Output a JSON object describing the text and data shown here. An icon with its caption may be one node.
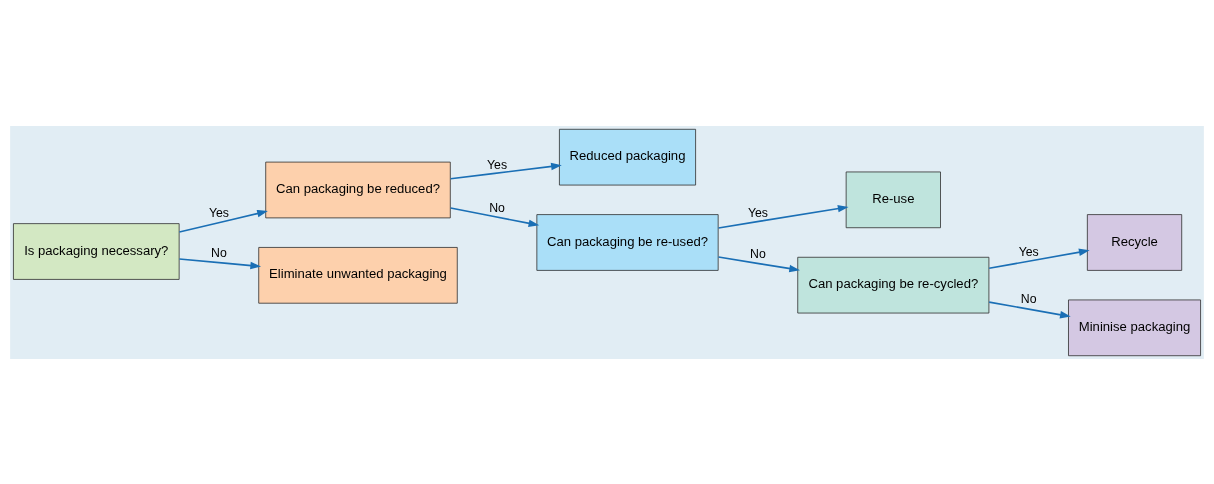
{
  "diagram": {
    "nodes": [
      {
        "text": [
          "Is packaging necessary?"
        ]
      },
      {
        "text": [
          "Can packaging be reduced?"
        ]
      },
      {
        "text": [
          "Eliminate unwanted packaging"
        ]
      },
      {
        "text": [
          "Reduced packaging"
        ]
      },
      {
        "text": [
          "Can packaging be re-used?"
        ]
      },
      {
        "text": [
          "Re-use"
        ]
      },
      {
        "text": [
          "Can packaging be re-cycled?"
        ]
      },
      {
        "text": [
          "Recycle"
        ]
      },
      {
        "text": [
          "Mininise packaging"
        ]
      }
    ],
    "edges": [
      {
        "from": 0,
        "to": 1,
        "arrow": "to",
        "label": "Yes"
      },
      {
        "from": 0,
        "to": 2,
        "arrow": "to",
        "label": "No"
      },
      {
        "from": 1,
        "to": 3,
        "arrow": "to",
        "label": "Yes"
      },
      {
        "from": 1,
        "to": 4,
        "arrow": "to",
        "label": "No"
      },
      {
        "from": 4,
        "to": 5,
        "arrow": "to",
        "label": "Yes"
      },
      {
        "from": 4,
        "to": 6,
        "arrow": "to",
        "label": "No"
      },
      {
        "from": 6,
        "to": 7,
        "arrow": "to",
        "label": "Yes"
      },
      {
        "from": 6,
        "to": 8,
        "arrow": "to",
        "label": "No"
      }
    ]
  }
}
